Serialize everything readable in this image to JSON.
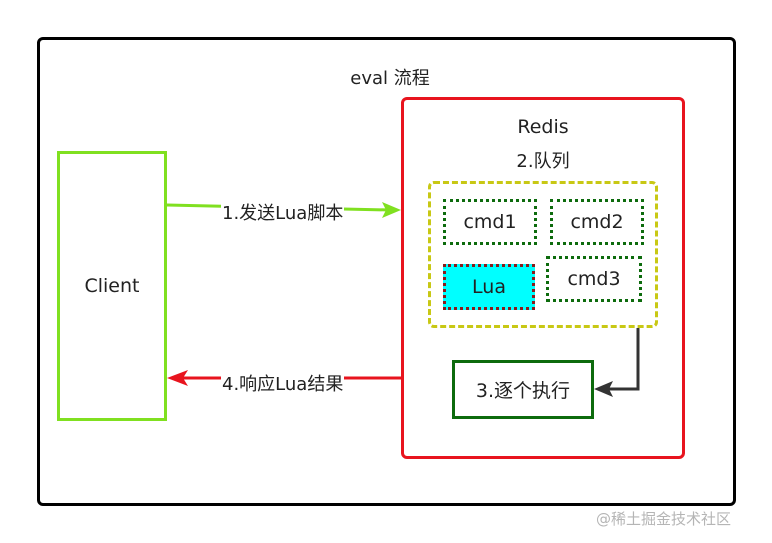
{
  "diagram": {
    "title": "eval 流程",
    "client": {
      "label": "Client"
    },
    "redis": {
      "label": "Redis",
      "queue_label": "2.队列",
      "commands": [
        "cmd1",
        "cmd2",
        "Lua",
        "cmd3"
      ],
      "execute_label": "3.逐个执行"
    },
    "edges": {
      "send_label": "1.发送Lua脚本",
      "response_label": "4.响应Lua结果"
    }
  },
  "colors": {
    "client_border": "#80e020",
    "redis_border": "#e8141e",
    "queue_border": "#c8c814",
    "command_border": "#0d6b0d",
    "lua_fill": "#00ffff",
    "send_arrow": "#80e020",
    "response_arrow": "#e8141e",
    "execute_arrow": "#333333"
  },
  "watermark": "@稀土掘金技术社区"
}
